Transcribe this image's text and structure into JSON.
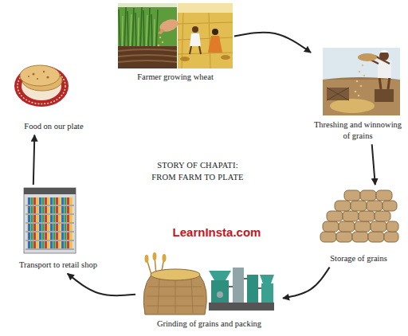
{
  "diagram": {
    "title": "STORY OF CHAPATI: FROM FARM TO PLATE",
    "nodes": [
      {
        "text": [
          "Farmer growing wheat"
        ]
      },
      {
        "text": [
          "Threshing and winnowing of grains"
        ]
      },
      {
        "text": [
          "Storage of grains"
        ]
      },
      {
        "text": [
          "Grinding of grains and packing"
        ]
      },
      {
        "text": [
          "Transport to retail shop"
        ]
      },
      {
        "text": [
          "Food on our plate"
        ]
      }
    ],
    "edges": [
      {
        "from": 0,
        "to": 1,
        "arrow": "to"
      },
      {
        "from": 1,
        "to": 2,
        "arrow": "to"
      },
      {
        "from": 2,
        "to": 3,
        "arrow": "to"
      },
      {
        "from": 3,
        "to": 4,
        "arrow": "to"
      },
      {
        "from": 4,
        "to": 5,
        "arrow": "to"
      }
    ],
    "labels": [
      "LearnInsta.com"
    ]
  }
}
